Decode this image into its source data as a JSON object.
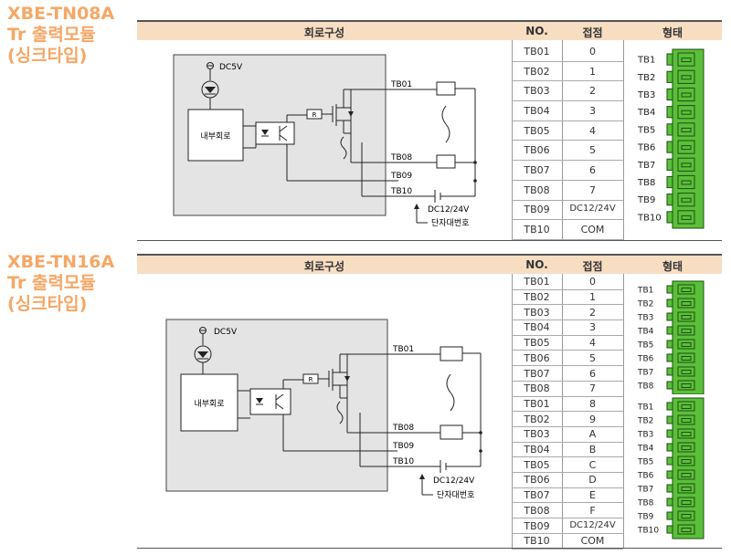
{
  "sections": [
    {
      "title": [
        "XBE-TN08A",
        "Tr 출력모듈",
        "(싱크타입)"
      ],
      "headers": {
        "circuit": "회로구성",
        "no": "NO.",
        "contact": "접점",
        "form": "형태"
      },
      "rows": [
        [
          "TB01",
          "0"
        ],
        [
          "TB02",
          "1"
        ],
        [
          "TB03",
          "2"
        ],
        [
          "TB04",
          "3"
        ],
        [
          "TB05",
          "4"
        ],
        [
          "TB06",
          "5"
        ],
        [
          "TB07",
          "6"
        ],
        [
          "TB08",
          "7"
        ],
        [
          "TB09",
          "DC12/24V"
        ],
        [
          "TB10",
          "COM"
        ]
      ],
      "circuit": {
        "dc5v": "DC5V",
        "internal": "내부회로",
        "r": "R",
        "tb_top": "TB01",
        "tb_mid": "TB08",
        "tb_a": "TB09",
        "tb_b": "TB10",
        "supply": "DC12/24V",
        "terminal_no": "단자대번호"
      },
      "terminals": [
        "TB1",
        "TB2",
        "TB3",
        "TB4",
        "TB5",
        "TB6",
        "TB7",
        "TB8",
        "TB9",
        "TB10"
      ]
    },
    {
      "title": [
        "XBE-TN16A",
        "Tr 출력모듈",
        "(싱크타입)"
      ],
      "headers": {
        "circuit": "회로구성",
        "no": "NO.",
        "contact": "접점",
        "form": "형태"
      },
      "rows": [
        [
          "TB01",
          "0"
        ],
        [
          "TB02",
          "1"
        ],
        [
          "TB03",
          "2"
        ],
        [
          "TB04",
          "3"
        ],
        [
          "TB05",
          "4"
        ],
        [
          "TB06",
          "5"
        ],
        [
          "TB07",
          "6"
        ],
        [
          "TB08",
          "7"
        ],
        [
          "TB01",
          "8"
        ],
        [
          "TB02",
          "9"
        ],
        [
          "TB03",
          "A"
        ],
        [
          "TB04",
          "B"
        ],
        [
          "TB05",
          "C"
        ],
        [
          "TB06",
          "D"
        ],
        [
          "TB07",
          "E"
        ],
        [
          "TB08",
          "F"
        ],
        [
          "TB09",
          "DC12/24V"
        ],
        [
          "TB10",
          "COM"
        ]
      ],
      "circuit": {
        "dc5v": "DC5V",
        "internal": "내부회로",
        "r": "R",
        "tb_top": "TB01",
        "tb_mid": "TB08",
        "tb_a": "TB09",
        "tb_b": "TB10",
        "supply": "DC12/24V",
        "terminal_no": "단자대번호"
      },
      "terminals_a": [
        "TB1",
        "TB2",
        "TB3",
        "TB4",
        "TB5",
        "TB6",
        "TB7",
        "TB8"
      ],
      "terminals_b": [
        "TB1",
        "TB2",
        "TB3",
        "TB4",
        "TB5",
        "TB6",
        "TB7",
        "TB8",
        "TB9",
        "TB10"
      ]
    }
  ],
  "colors": {
    "title": "#F5A765",
    "header": "#F7DDC2",
    "connector": "#5BBF3A",
    "panel": "#E4E4E4"
  }
}
